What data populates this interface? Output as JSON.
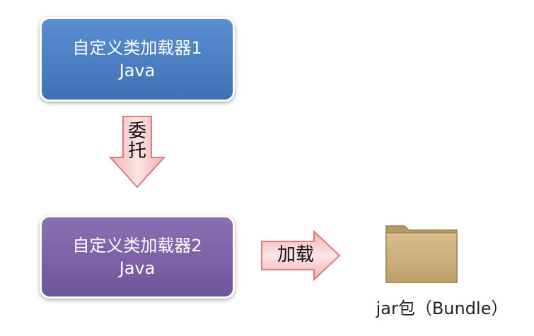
{
  "nodes": {
    "loader1": {
      "line1": "自定义类加载器1",
      "line2": "Java"
    },
    "loader2": {
      "line1": "自定义类加载器2",
      "line2": "Java"
    }
  },
  "arrows": {
    "delegate": {
      "char1": "委",
      "char2": "托"
    },
    "load": {
      "label": "加载"
    }
  },
  "folder": {
    "icon": "folder-icon",
    "caption": "jar包（Bundle）"
  },
  "colors": {
    "loader1_fill": "#4a7cc2",
    "loader2_fill": "#7b62a6",
    "arrow_fill": "#f8c8c8",
    "arrow_stroke": "#e07a7a",
    "folder_fill": "#c9ad7a"
  }
}
